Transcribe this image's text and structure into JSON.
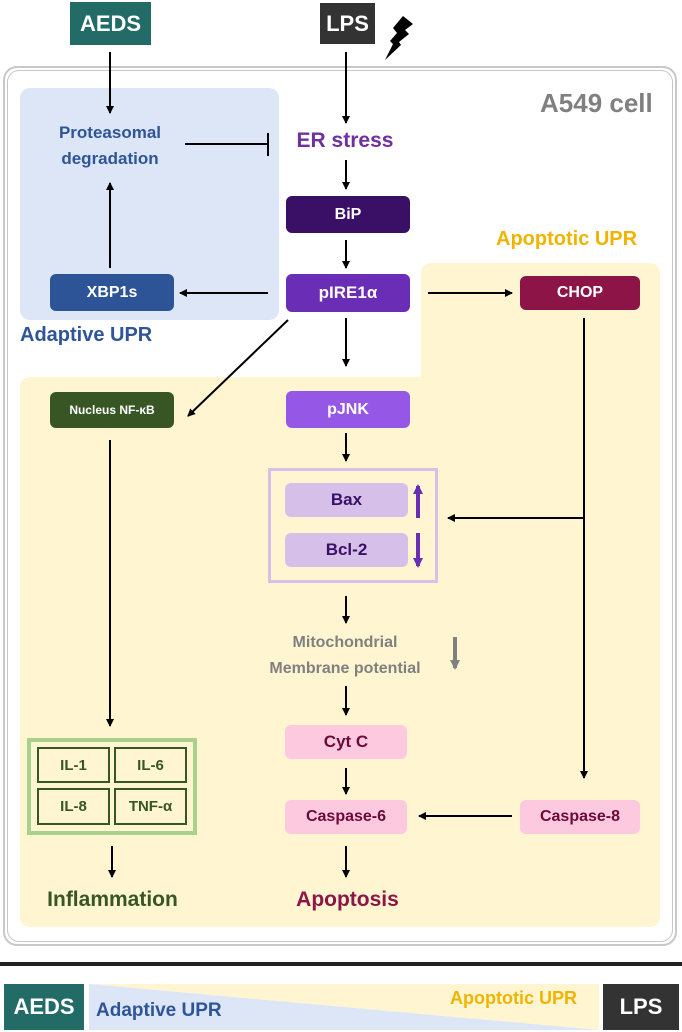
{
  "inputs": {
    "aeds": "AEDS",
    "lps": "LPS"
  },
  "cell_label": "A549 cell",
  "adaptive": {
    "region_label": "Adaptive UPR",
    "proteasomal_line1": "Proteasomal",
    "proteasomal_line2": "degradation",
    "xbp1s": "XBP1s"
  },
  "apoptotic": {
    "region_label": "Apoptotic UPR"
  },
  "nodes": {
    "er_stress": "ER stress",
    "bip": "BiP",
    "pire1a": "pIRE1α",
    "chop": "CHOP",
    "nfkb": "Nucleus NF-κB",
    "pjnk": "pJNK",
    "bax": "Bax",
    "bcl2": "Bcl-2",
    "mito_line1": "Mitochondrial",
    "mito_line2": "Membrane potential",
    "cytc": "Cyt C",
    "casp6": "Caspase-6",
    "casp8": "Caspase-8"
  },
  "cytokines": [
    "IL-1",
    "IL-6",
    "IL-8",
    "TNF-α"
  ],
  "outcomes": {
    "inflammation": "Inflammation",
    "apoptosis": "Apoptosis"
  },
  "legend": {
    "left": "AEDS",
    "right": "LPS",
    "adaptive": "Adaptive UPR",
    "apoptotic": "Apoptotic UPR"
  },
  "colors": {
    "aeds": "#236b66",
    "lps": "#333333",
    "adaptive_bg": "#dce6f7",
    "apoptotic_bg": "#fff5d1",
    "adaptive_text": "#2e5597",
    "apoptotic_text": "#f0b400",
    "bip": "#3a1066",
    "pire1a": "#6a2db5",
    "pjnk": "#9457e6",
    "chop": "#8c1447",
    "xbp1s": "#2c5496",
    "nfkb": "#375623",
    "pink": "#fcc9df",
    "pink_text": "#6b0a3a",
    "lavender": "#d6c0ea"
  }
}
